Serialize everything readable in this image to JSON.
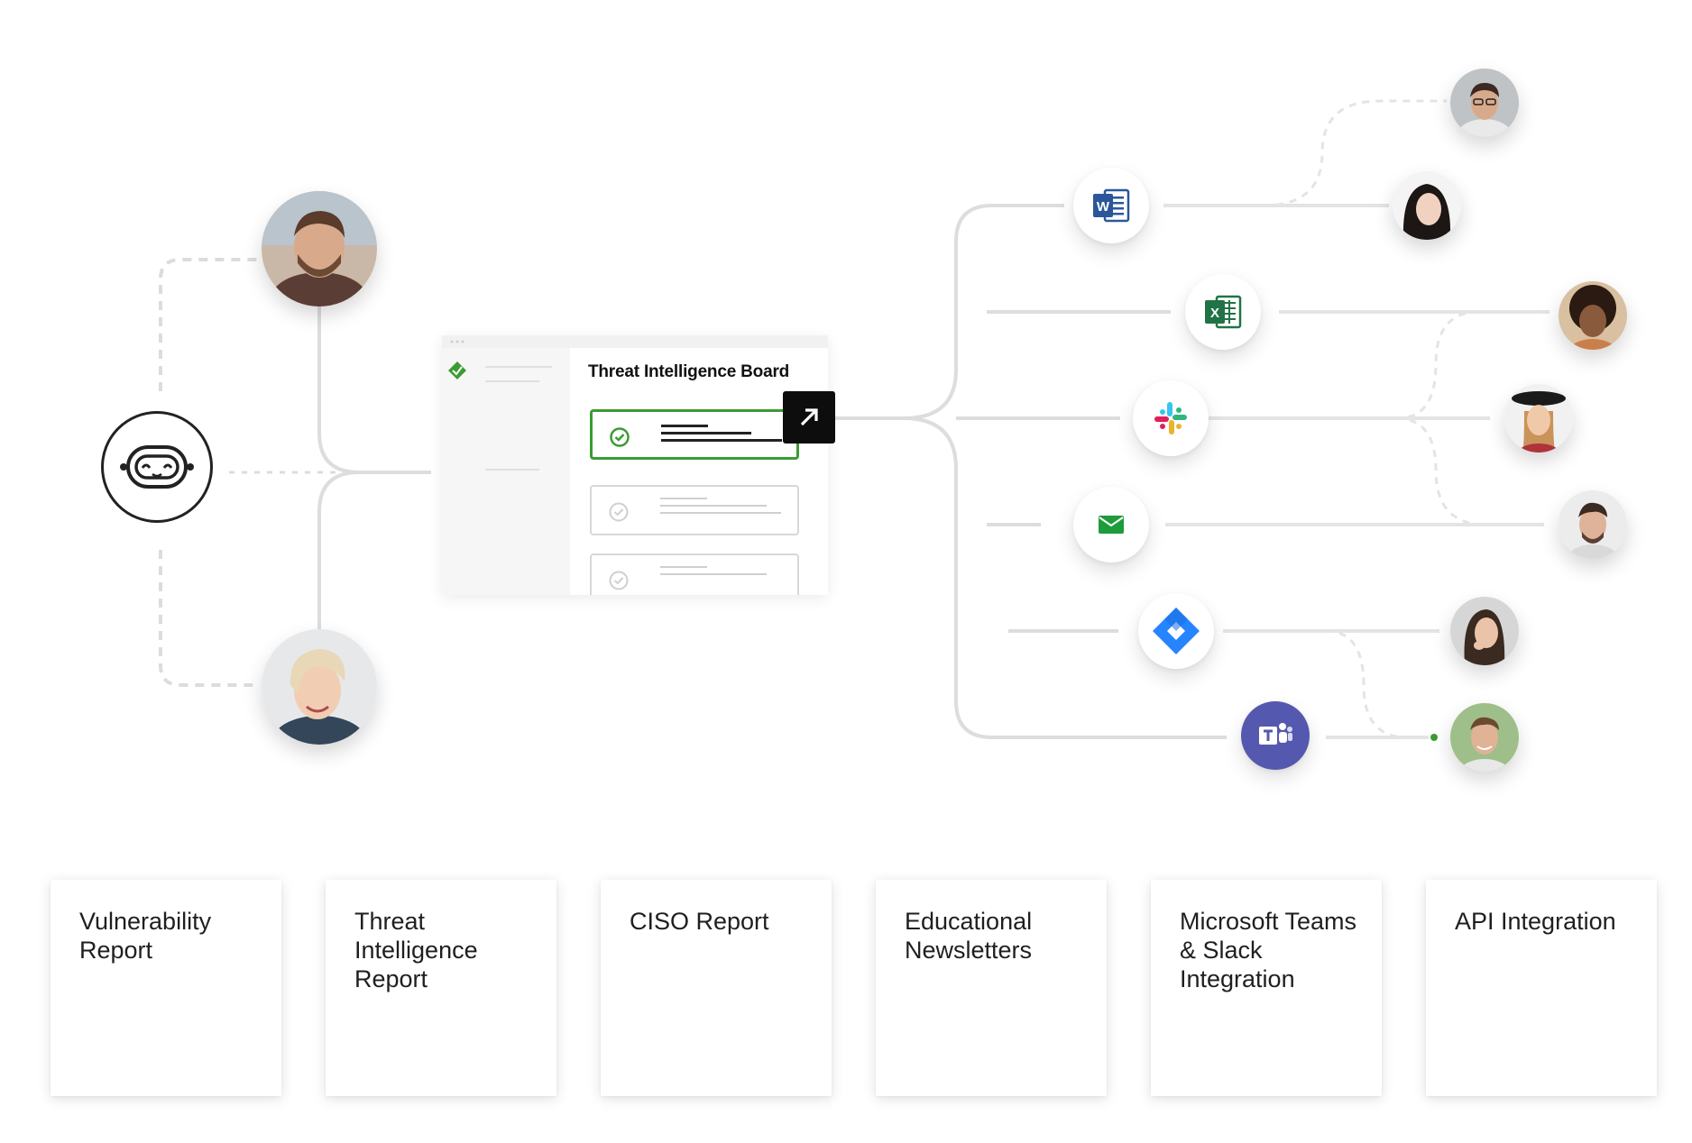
{
  "board": {
    "title": "Threat Intelligence Board"
  },
  "icons": {
    "bot": "robot-icon",
    "open": "arrow-up-right-icon",
    "word": "microsoft-word-icon",
    "excel": "microsoft-excel-icon",
    "slack": "slack-icon",
    "email": "email-icon",
    "jira": "jira-icon",
    "teams": "microsoft-teams-icon"
  },
  "colors": {
    "accent_green": "#3a9b34",
    "word_blue": "#2b579a",
    "excel_green": "#217346",
    "email_green": "#1e9b3a",
    "jira_blue": "#2684ff",
    "teams_purple": "#5558af"
  },
  "cards": [
    {
      "label": "Vulnerability Report"
    },
    {
      "label": "Threat Intelligence Report"
    },
    {
      "label": "CISO Report"
    },
    {
      "label": "Educational Newsletters"
    },
    {
      "label": "Microsoft Teams & Slack Integration"
    },
    {
      "label": "API Integration"
    }
  ]
}
